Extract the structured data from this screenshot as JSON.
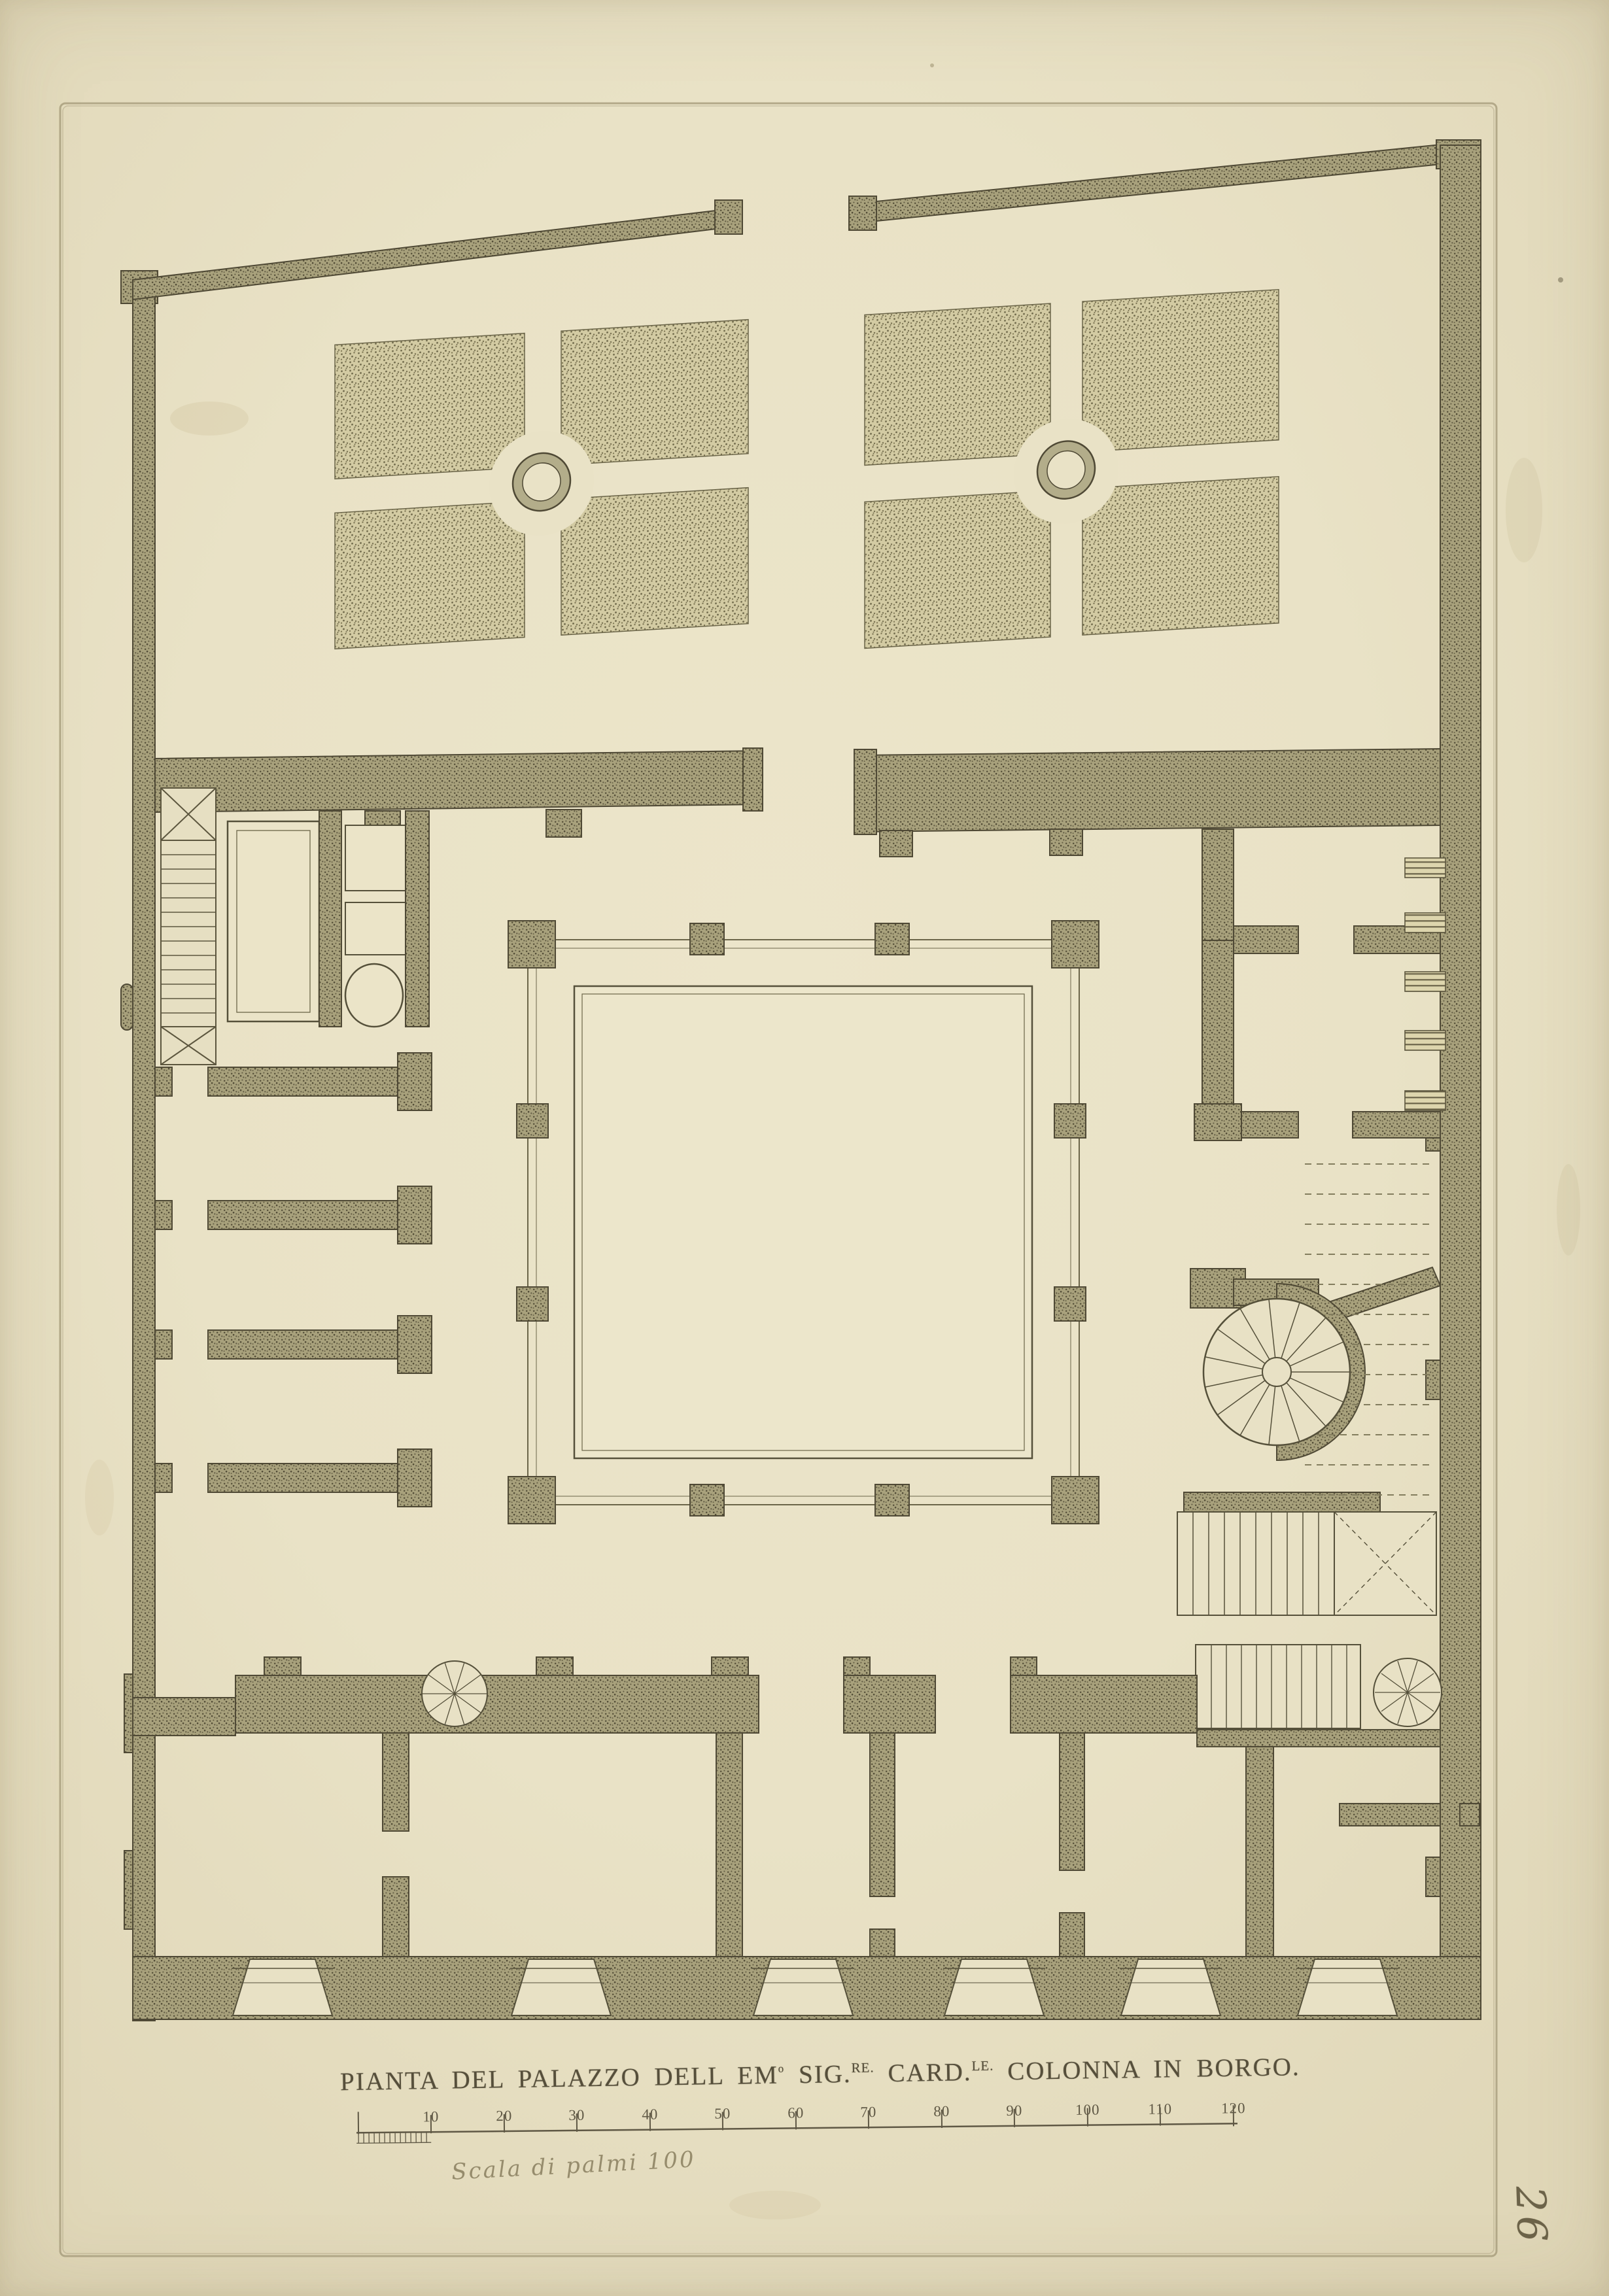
{
  "artwork": {
    "kind": "etched architectural floor plan on laid paper",
    "caption": {
      "m1": "PIANTA DEL PALAZZO DELL EM",
      "s1": "o",
      "m2": "SIG.",
      "s2": "RE.",
      "m3": "CARD.",
      "s3": "LE.",
      "m4": "COLONNA IN BORGO."
    },
    "scale_bar": {
      "labels": [
        "10",
        "20",
        "30",
        "40",
        "50",
        "60",
        "70",
        "80",
        "90",
        "100",
        "110",
        "120"
      ],
      "handwritten_caption": "Scala di palmi 100"
    },
    "page_number_handwritten": "26",
    "colors": {
      "paper": "#e9e2c6",
      "ink": "#564f3b",
      "wall_fill": "#a8a17c",
      "garden_fill": "#d3cba3",
      "stipple_dot": "#57513a",
      "plate_mark": "#b3a989"
    }
  }
}
